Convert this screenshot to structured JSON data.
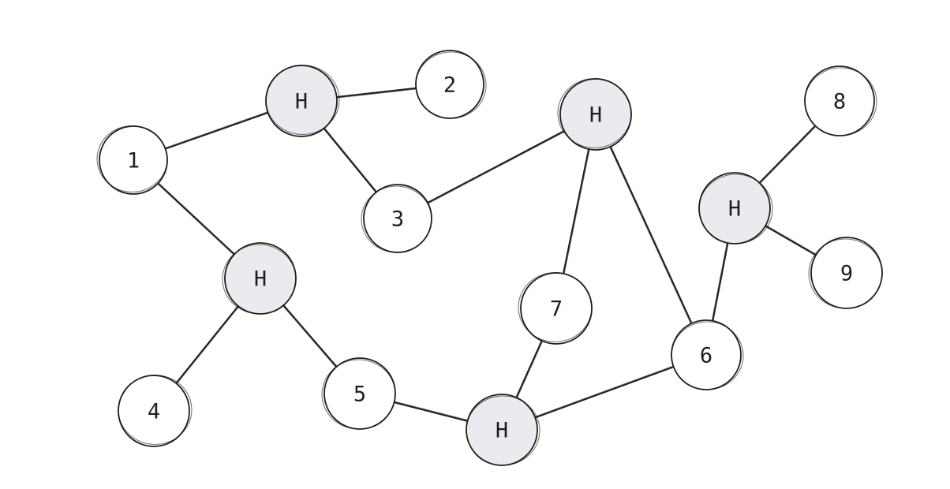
{
  "colors": {
    "stroke": "#1e1e1e",
    "hub_fill": "#e9ebee",
    "node_fill": "#ffffff",
    "background": "#ffffff"
  },
  "nodes": [
    {
      "id": "n1",
      "label": "1",
      "kind": "node"
    },
    {
      "id": "n2",
      "label": "2",
      "kind": "node"
    },
    {
      "id": "n3",
      "label": "3",
      "kind": "node"
    },
    {
      "id": "n4",
      "label": "4",
      "kind": "node"
    },
    {
      "id": "n5",
      "label": "5",
      "kind": "node"
    },
    {
      "id": "n6",
      "label": "6",
      "kind": "node"
    },
    {
      "id": "n7",
      "label": "7",
      "kind": "node"
    },
    {
      "id": "n8",
      "label": "8",
      "kind": "node"
    },
    {
      "id": "n9",
      "label": "9",
      "kind": "node"
    },
    {
      "id": "hA",
      "label": "H",
      "kind": "hub"
    },
    {
      "id": "hB",
      "label": "H",
      "kind": "hub"
    },
    {
      "id": "hC",
      "label": "H",
      "kind": "hub"
    },
    {
      "id": "hD",
      "label": "H",
      "kind": "hub"
    },
    {
      "id": "hE",
      "label": "H",
      "kind": "hub"
    }
  ],
  "edges": [
    [
      "n1",
      "hA"
    ],
    [
      "hA",
      "n2"
    ],
    [
      "hA",
      "n3"
    ],
    [
      "n1",
      "hB"
    ],
    [
      "hB",
      "n4"
    ],
    [
      "hB",
      "n5"
    ],
    [
      "n5",
      "hC"
    ],
    [
      "hC",
      "n7"
    ],
    [
      "hC",
      "n6"
    ],
    [
      "n3",
      "hD"
    ],
    [
      "hD",
      "n7"
    ],
    [
      "hD",
      "n6"
    ],
    [
      "n6",
      "hE"
    ],
    [
      "hE",
      "n8"
    ],
    [
      "hE",
      "n9"
    ]
  ]
}
